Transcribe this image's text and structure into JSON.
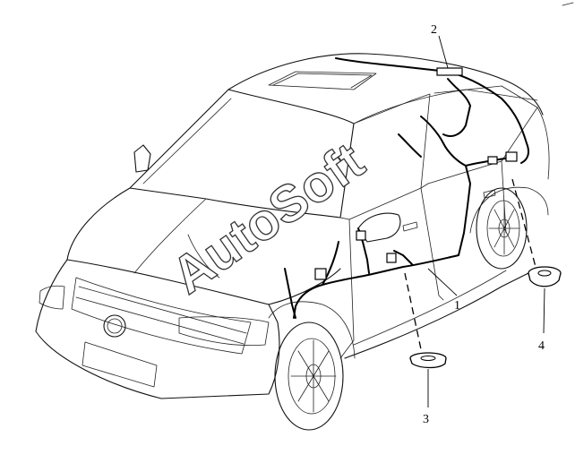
{
  "diagram": {
    "callouts": [
      {
        "id": "1",
        "label": "1"
      },
      {
        "id": "2",
        "label": "2"
      },
      {
        "id": "3",
        "label": "3"
      },
      {
        "id": "4",
        "label": "4"
      }
    ],
    "watermark": "AutoSoft"
  }
}
